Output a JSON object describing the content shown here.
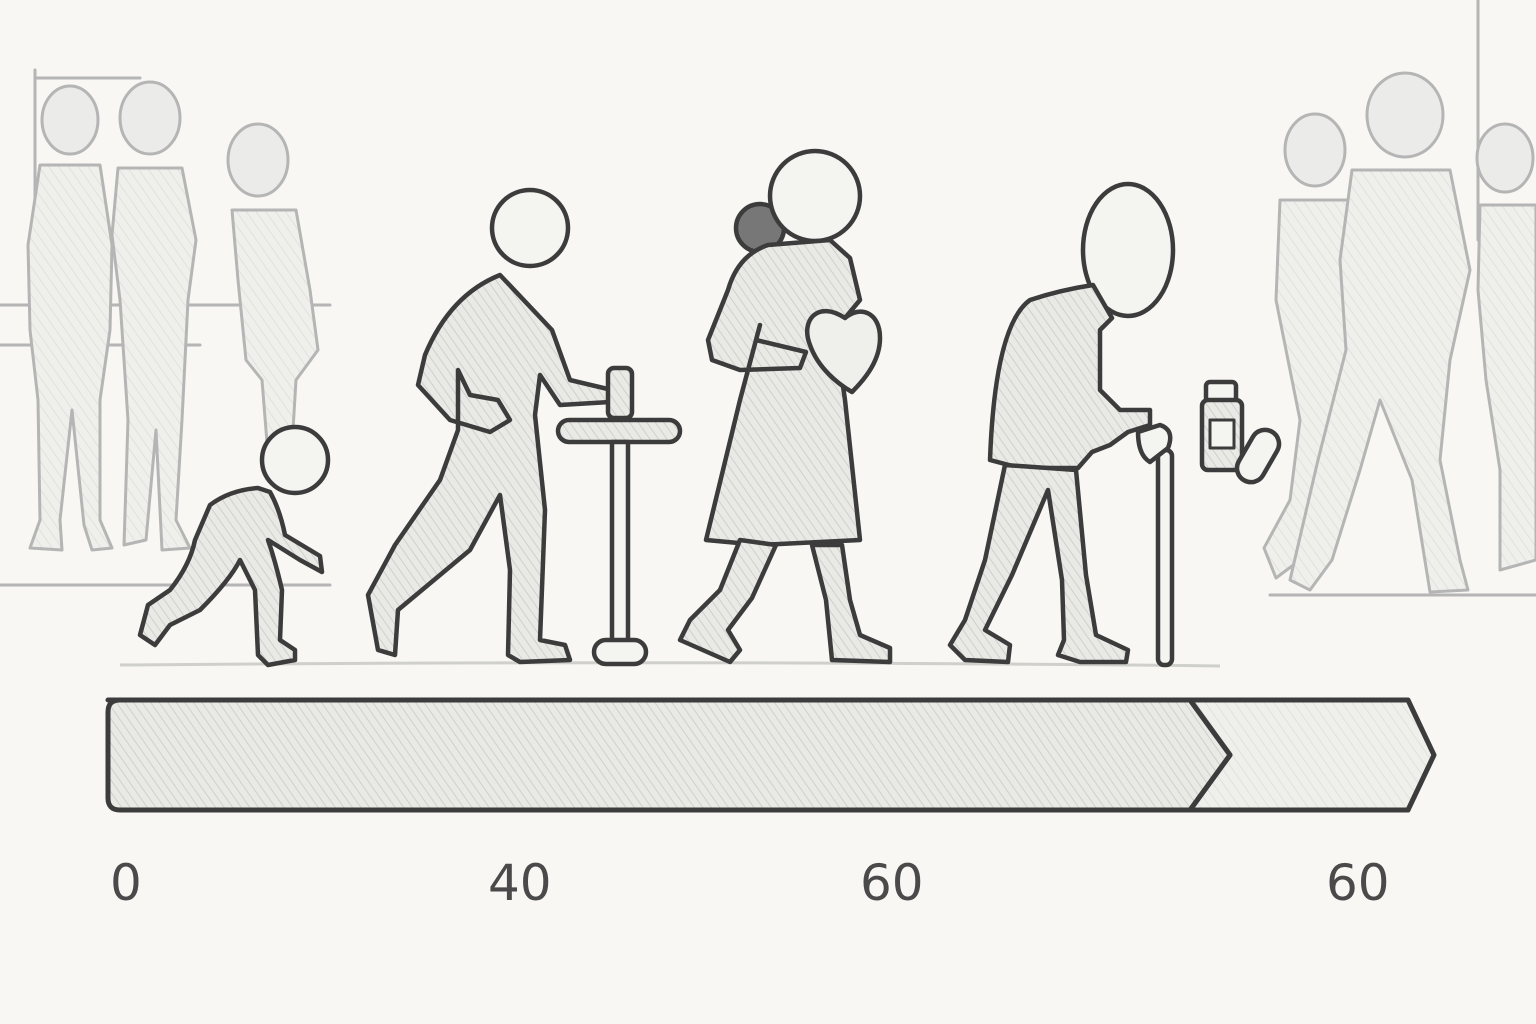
{
  "timeline": {
    "labels": [
      "0",
      "40",
      "60",
      "60"
    ]
  },
  "figures": {
    "foreground": [
      "crawling-child",
      "walking-adult",
      "woman-holding-heart",
      "elderly-man-with-cane"
    ],
    "background": [
      "left-crowd",
      "right-crowd"
    ]
  },
  "icons": [
    "pill-bottle-icon",
    "capsule-icon"
  ],
  "colors": {
    "background": "#f8f7f3",
    "ink": "#3c3c3c",
    "faint_ink": "#b3b3b3",
    "shade": "#e2e2e2"
  }
}
